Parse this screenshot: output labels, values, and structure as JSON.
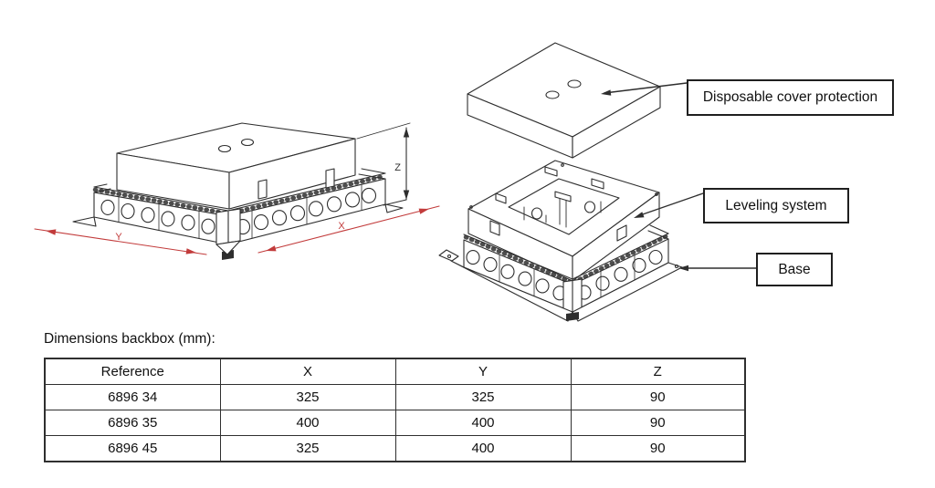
{
  "drawing": {
    "line_color": "#2e2e2e"
  },
  "assembled_view": {
    "dim_x_label": "X",
    "dim_y_label": "Y",
    "dim_z_label": "Z",
    "xy_dim_color": "#c23b3b",
    "z_dim_color": "#2e2e2e"
  },
  "exploded_view": {
    "callouts": [
      {
        "label": "Disposable cover protection"
      },
      {
        "label": "Leveling system"
      },
      {
        "label": "Base"
      }
    ]
  },
  "dimensions_table": {
    "title": "Dimensions backbox (mm):",
    "headers": [
      "Reference",
      "X",
      "Y",
      "Z"
    ],
    "rows": [
      [
        "6896 34",
        "325",
        "325",
        "90"
      ],
      [
        "6896 35",
        "400",
        "400",
        "90"
      ],
      [
        "6896 45",
        "325",
        "400",
        "90"
      ]
    ]
  }
}
